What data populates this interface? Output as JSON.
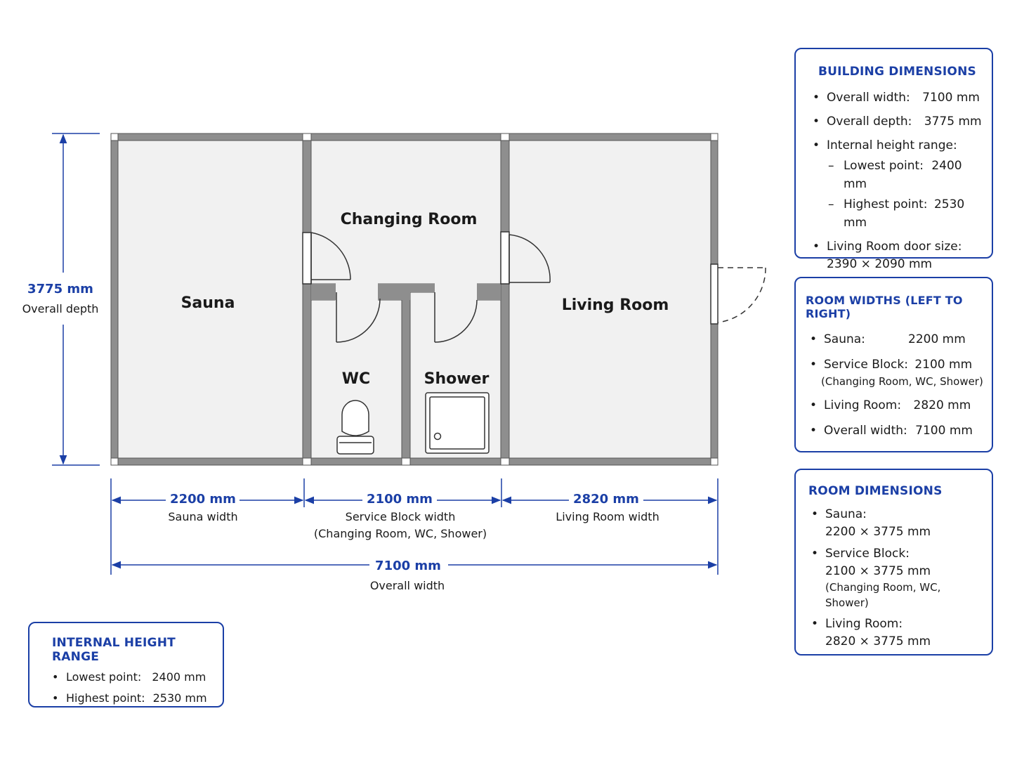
{
  "plan": {
    "rooms": {
      "sauna": "Sauna",
      "changing": "Changing Room",
      "wc": "WC",
      "shower": "Shower",
      "living": "Living Room"
    },
    "dimensions": {
      "depth_value": "3775 mm",
      "depth_caption": "Overall depth",
      "sauna_value": "2200 mm",
      "sauna_caption": "Sauna width",
      "service_value": "2100 mm",
      "service_caption_1": "Service Block width",
      "service_caption_2": "(Changing Room, WC, Shower)",
      "living_value": "2820 mm",
      "living_caption": "Living Room width",
      "overall_value": "7100 mm",
      "overall_caption": "Overall width"
    }
  },
  "building_dimensions": {
    "title": "BUILDING DIMENSIONS",
    "overall_width_label": "Overall width:",
    "overall_width_value": "7100 mm",
    "overall_depth_label": "Overall depth:",
    "overall_depth_value": "3775 mm",
    "height_range_label": "Internal height range:",
    "lowest_label": "Lowest point:",
    "lowest_value": "2400 mm",
    "highest_label": "Highest point:",
    "highest_value": "2530 mm",
    "door_label": "Living Room door size:",
    "door_value": "2390 × 2090 mm"
  },
  "room_widths": {
    "title": "ROOM WIDTHS (LEFT TO RIGHT)",
    "sauna_label": "Sauna:",
    "sauna_value": "2200 mm",
    "service_label": "Service Block:",
    "service_value": "2100 mm",
    "service_note": "(Changing Room, WC, Shower)",
    "living_label": "Living Room:",
    "living_value": "2820 mm",
    "overall_label": "Overall width:",
    "overall_value": "7100 mm"
  },
  "room_dimensions": {
    "title": "ROOM DIMENSIONS",
    "sauna_label": "Sauna:",
    "sauna_value": "2200 × 3775 mm",
    "service_label": "Service Block:",
    "service_value": "2100 × 3775 mm",
    "service_note": "(Changing Room, WC, Shower)",
    "living_label": "Living Room:",
    "living_value": "2820 × 3775 mm"
  },
  "internal_height": {
    "title": "INTERNAL HEIGHT RANGE",
    "lowest_label": "Lowest point:",
    "lowest_value": "2400 mm",
    "highest_label": "Highest point:",
    "highest_value": "2530 mm"
  },
  "colors": {
    "accent": "#1b3fa6",
    "wall": "#8e8e8e",
    "floor": "#f1f1f1"
  }
}
